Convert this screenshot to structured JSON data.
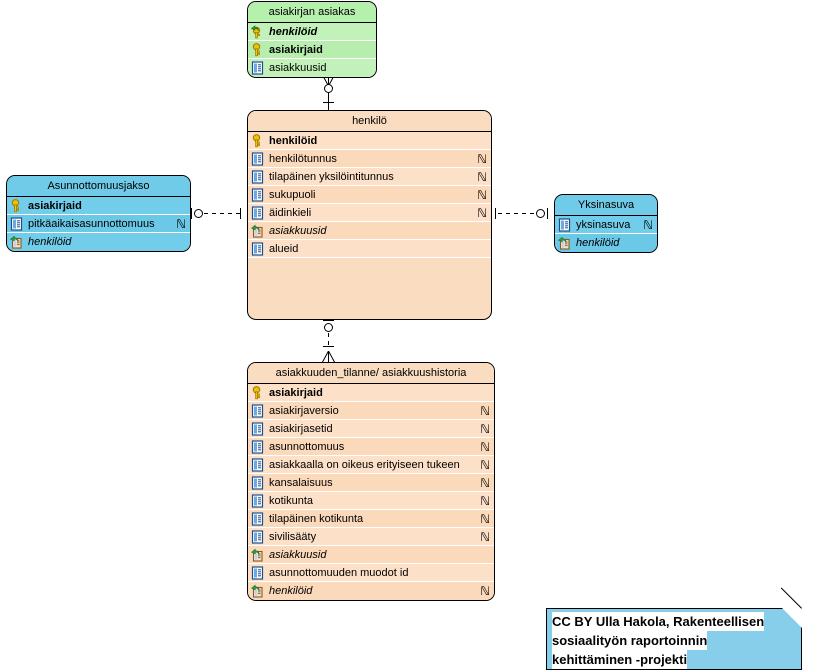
{
  "diagram": {
    "title": "ER diagram - asiakirjan asiakas / henkilo",
    "colors": {
      "orange_fill": "#fce0c8",
      "green_fill": "#c2f2ba",
      "blue_fill": "#72cdea",
      "note_fill": "#87ceeb",
      "border": "#000000",
      "key_icon": "#f2c200",
      "column_icon": "#3f7fd0",
      "fk_arrow": "#2f9e3f"
    }
  },
  "entities": [
    {
      "id": "asiakirjan_asiakas",
      "name": "asiakirjan asiakas",
      "color": "green",
      "rows": [
        {
          "icon": "primary-foreign-key-icon",
          "label": "henkilöid",
          "kind": "pk fk",
          "nullable": ""
        },
        {
          "icon": "primary-key-icon",
          "label": "asiakirjaid",
          "kind": "pk",
          "nullable": ""
        },
        {
          "icon": "column-icon",
          "label": "asiakkuusid",
          "kind": "",
          "nullable": ""
        }
      ]
    },
    {
      "id": "henkilo",
      "name": "henkilö",
      "color": "orange",
      "rows": [
        {
          "icon": "primary-key-icon",
          "label": "henkilöid",
          "kind": "pk",
          "nullable": ""
        },
        {
          "icon": "column-icon",
          "label": "henkilötunnus",
          "kind": "",
          "nullable": "N"
        },
        {
          "icon": "column-icon",
          "label": "tilapäinen yksilöintitunnus",
          "kind": "",
          "nullable": "N"
        },
        {
          "icon": "column-icon",
          "label": "sukupuoli",
          "kind": "",
          "nullable": "N"
        },
        {
          "icon": "column-icon",
          "label": "äidinkieli",
          "kind": "",
          "nullable": "N"
        },
        {
          "icon": "foreign-key-icon",
          "label": "asiakkuusid",
          "kind": "fk",
          "nullable": ""
        },
        {
          "icon": "column-icon",
          "label": "alueid",
          "kind": "",
          "nullable": ""
        }
      ]
    },
    {
      "id": "asunnottomuusjakso",
      "name": "Asunnottomuusjakso",
      "color": "blue",
      "rows": [
        {
          "icon": "primary-key-icon",
          "label": "asiakirjaid",
          "kind": "pk",
          "nullable": ""
        },
        {
          "icon": "column-icon",
          "label": "pitkäaikaisasunnottomuus",
          "kind": "",
          "nullable": "N"
        },
        {
          "icon": "foreign-key-icon",
          "label": "henkilöid",
          "kind": "fk",
          "nullable": ""
        }
      ]
    },
    {
      "id": "yksinasuva",
      "name": "Yksinasuva",
      "color": "blue",
      "rows": [
        {
          "icon": "column-icon",
          "label": "yksinasuva",
          "kind": "",
          "nullable": "N"
        },
        {
          "icon": "foreign-key-icon",
          "label": "henkilöid",
          "kind": "fk",
          "nullable": ""
        }
      ]
    },
    {
      "id": "asiakkuuden_tilanne",
      "name": "asiakkuuden_tilanne/ asiakkuushistoria",
      "color": "orange",
      "rows": [
        {
          "icon": "primary-key-icon",
          "label": "asiakirjaid",
          "kind": "pk",
          "nullable": ""
        },
        {
          "icon": "column-icon",
          "label": "asiakirjaversio",
          "kind": "",
          "nullable": "N"
        },
        {
          "icon": "column-icon",
          "label": "asiakirjasetid",
          "kind": "",
          "nullable": "N"
        },
        {
          "icon": "column-icon",
          "label": "asunnottomuus",
          "kind": "",
          "nullable": "N"
        },
        {
          "icon": "column-icon",
          "label": "asiakkaalla on oikeus erityiseen tukeen",
          "kind": "",
          "nullable": "N"
        },
        {
          "icon": "column-icon",
          "label": "kansalaisuus",
          "kind": "",
          "nullable": "N"
        },
        {
          "icon": "column-icon",
          "label": "kotikunta",
          "kind": "",
          "nullable": "N"
        },
        {
          "icon": "column-icon",
          "label": "tilapäinen kotikunta",
          "kind": "",
          "nullable": "N"
        },
        {
          "icon": "column-icon",
          "label": "sivilisääty",
          "kind": "",
          "nullable": "N"
        },
        {
          "icon": "foreign-key-icon",
          "label": "asiakkuusid",
          "kind": "fk",
          "nullable": ""
        },
        {
          "icon": "column-icon",
          "label": "asunnottomuuden muodot id",
          "kind": "",
          "nullable": ""
        },
        {
          "icon": "foreign-key-icon",
          "label": "henkilöid",
          "kind": "fk",
          "nullable": "N"
        }
      ]
    }
  ],
  "relationships": [
    {
      "id": "rel-asiakas-henkilo",
      "from": "asiakirjan_asiakas",
      "to": "henkilo",
      "style": "solid"
    },
    {
      "id": "rel-asunnottomuus-henkilo",
      "from": "asunnottomuusjakso",
      "to": "henkilo",
      "style": "dashed"
    },
    {
      "id": "rel-henkilo-yksinasuva",
      "from": "henkilo",
      "to": "yksinasuva",
      "style": "dashed"
    },
    {
      "id": "rel-henkilo-asiakkuus",
      "from": "henkilo",
      "to": "asiakkuuden_tilanne",
      "style": "dashed"
    }
  ],
  "note": {
    "id": "credit-note",
    "lines": [
      "CC BY Ulla Hakola, Rakenteellisen",
      "sosiaalityön raportoinnin",
      "kehittäminen -projekti"
    ]
  }
}
